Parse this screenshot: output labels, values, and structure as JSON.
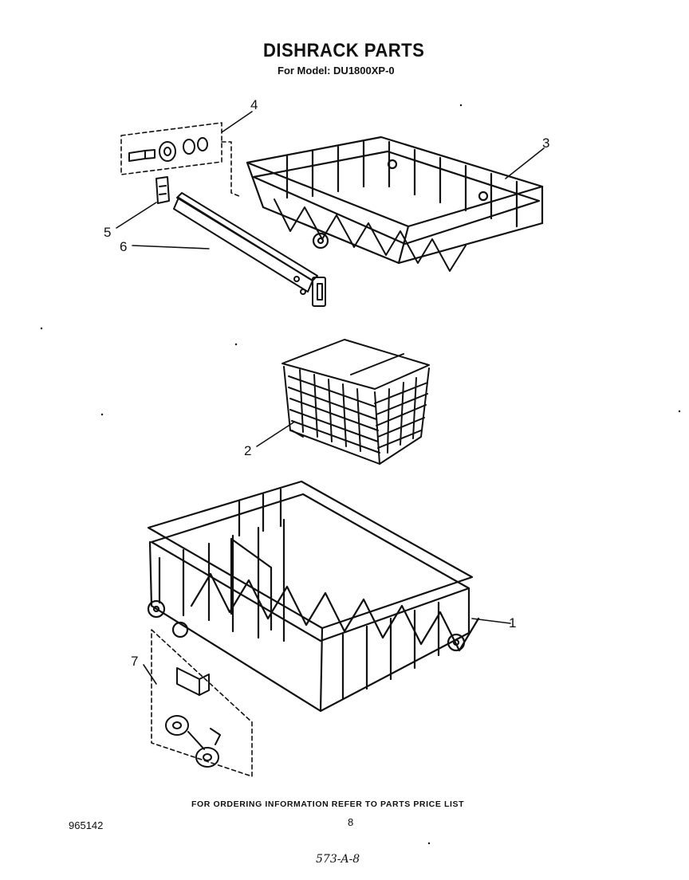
{
  "header": {
    "title": "DISHRACK PARTS",
    "subtitle": "For Model: DU1800XP-0"
  },
  "footer": {
    "ordering_note": "FOR ORDERING INFORMATION REFER TO PARTS PRICE LIST",
    "document_number": "965142",
    "page_number": "8",
    "handwritten_note": "573-A-8"
  },
  "callouts": {
    "c1": "1",
    "c2": "2",
    "c3": "3",
    "c4": "4",
    "c5": "5",
    "c6": "6",
    "c7": "7"
  },
  "colors": {
    "ink": "#111111",
    "paper": "#ffffff"
  }
}
